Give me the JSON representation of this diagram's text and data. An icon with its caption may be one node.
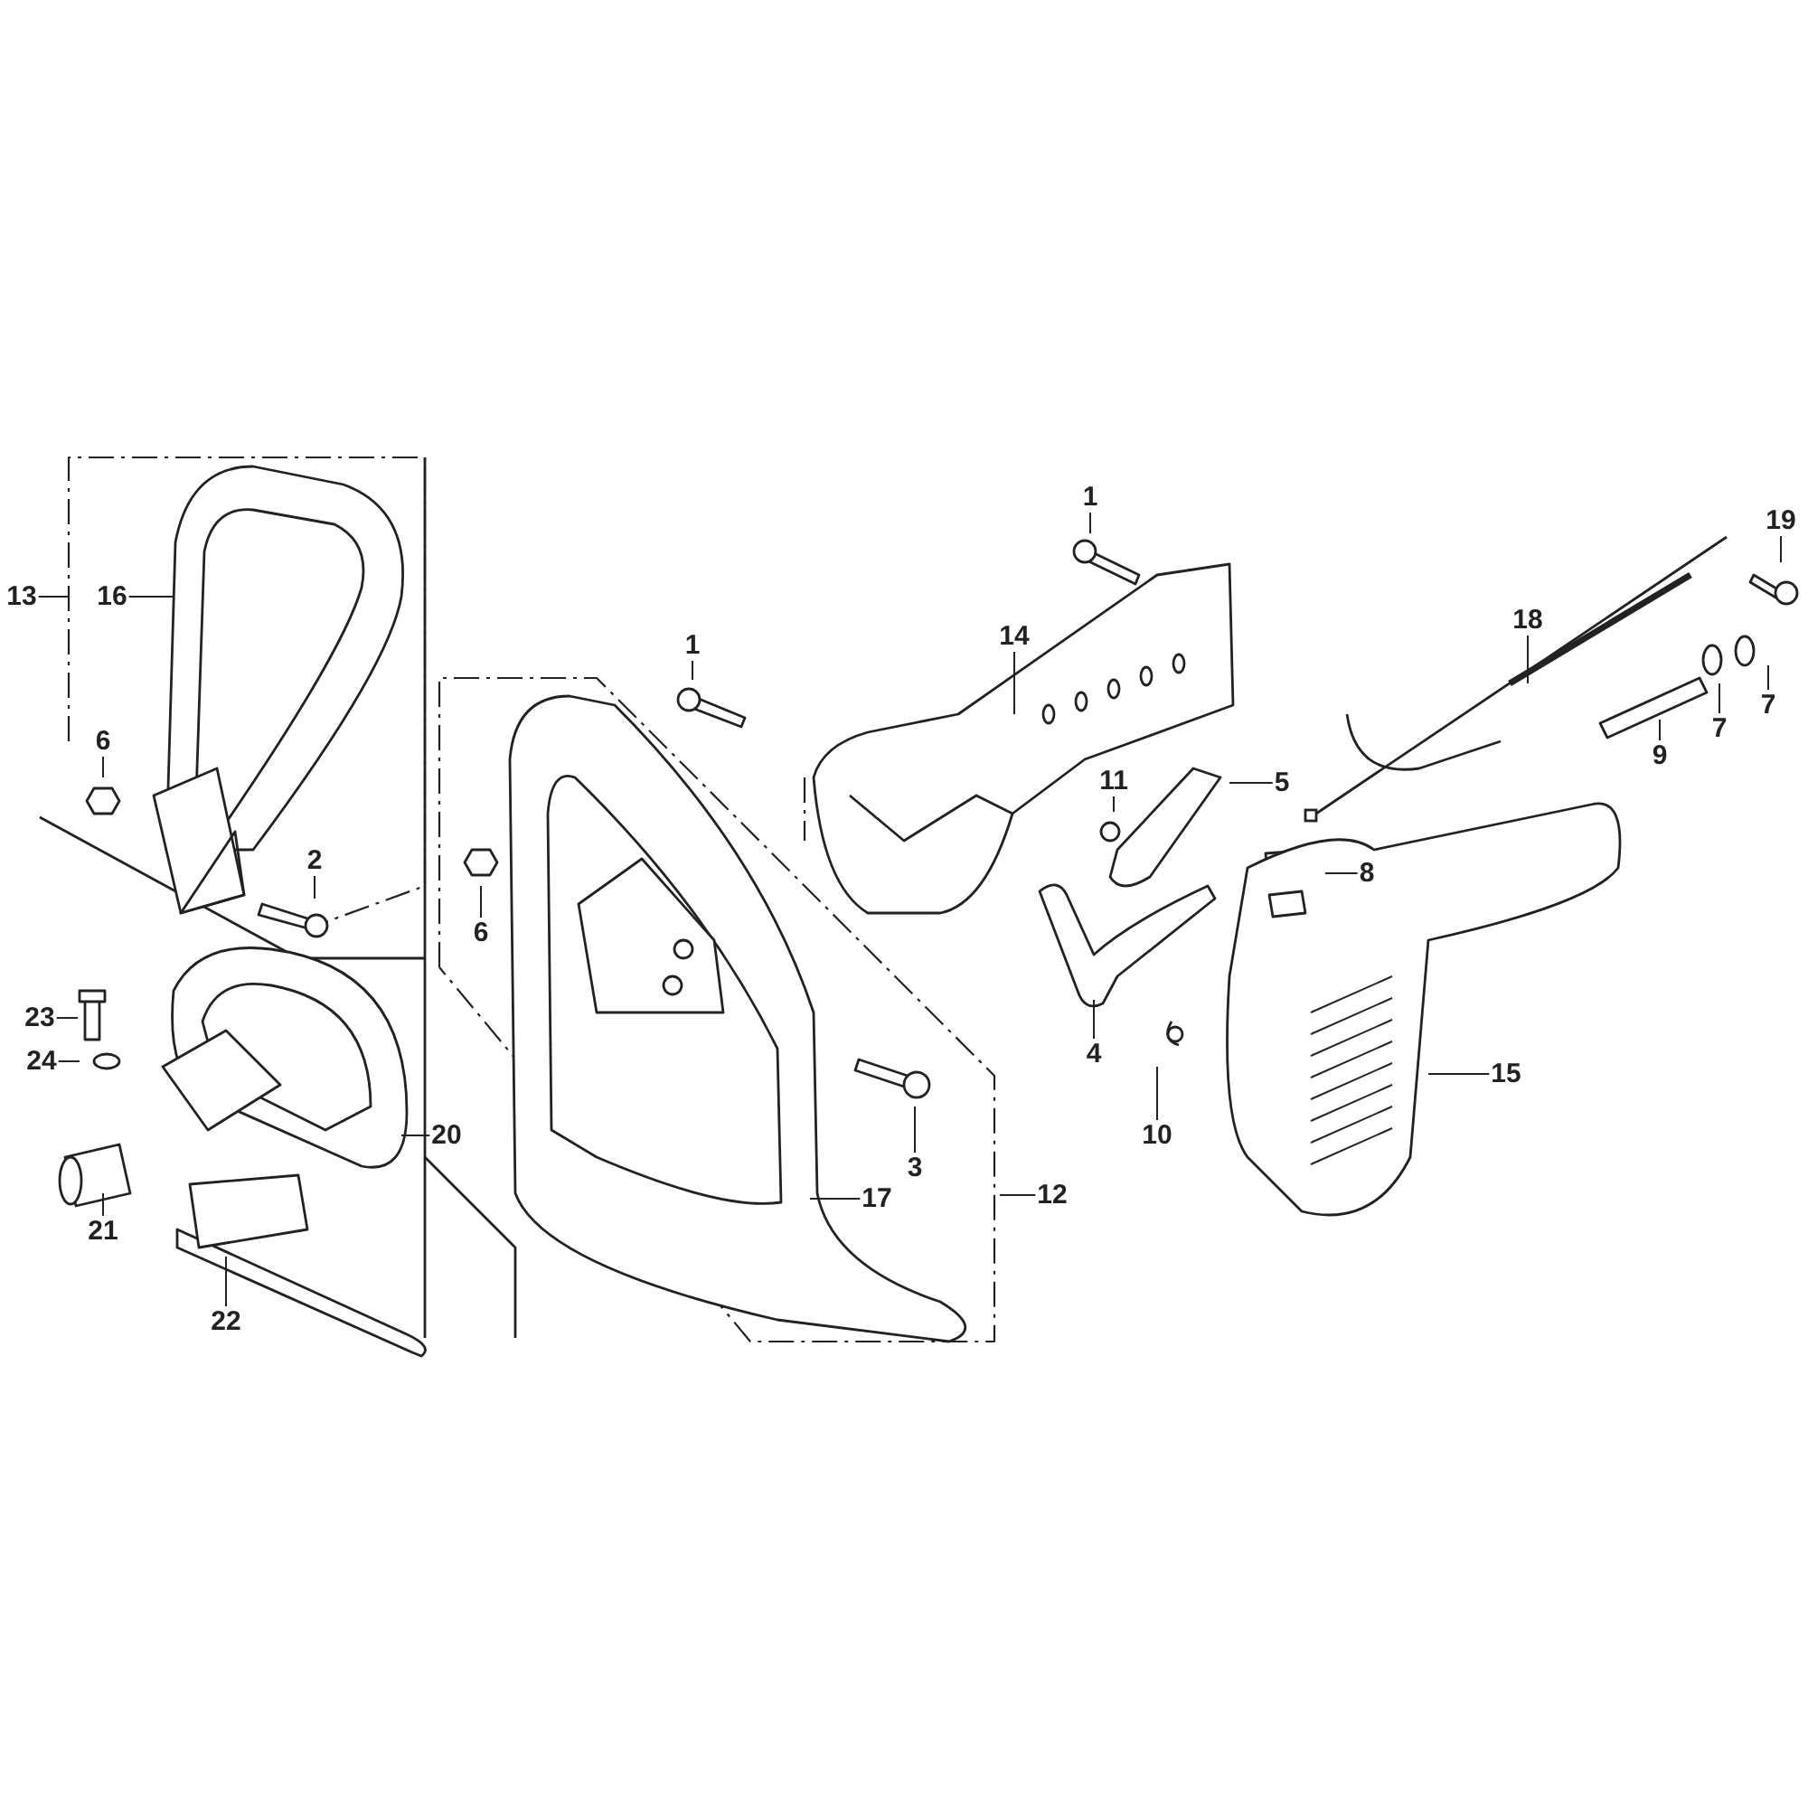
{
  "diagram": {
    "nodes": [
      {
        "text": [
          "1"
        ]
      },
      {
        "text": [
          "19"
        ]
      },
      {
        "text": [
          "13"
        ]
      },
      {
        "text": [
          "16"
        ]
      },
      {
        "text": [
          "18"
        ]
      },
      {
        "text": [
          "14"
        ]
      },
      {
        "text": [
          "1"
        ]
      },
      {
        "text": [
          "7"
        ]
      },
      {
        "text": [
          "7"
        ]
      },
      {
        "text": [
          "6"
        ]
      },
      {
        "text": [
          "9"
        ]
      },
      {
        "text": [
          "11"
        ]
      },
      {
        "text": [
          "5"
        ]
      },
      {
        "text": [
          "2"
        ]
      },
      {
        "text": [
          "8"
        ]
      },
      {
        "text": [
          "6"
        ]
      },
      {
        "text": [
          "23"
        ]
      },
      {
        "text": [
          "24"
        ]
      },
      {
        "text": [
          "4"
        ]
      },
      {
        "text": [
          "15"
        ]
      },
      {
        "text": [
          "20"
        ]
      },
      {
        "text": [
          "10"
        ]
      },
      {
        "text": [
          "3"
        ]
      },
      {
        "text": [
          "12"
        ]
      },
      {
        "text": [
          "17"
        ]
      },
      {
        "text": [
          "21"
        ]
      },
      {
        "text": [
          "22"
        ]
      }
    ],
    "edges": [
      {
        "from": 0,
        "to": null,
        "arrow": "none"
      },
      {
        "from": 1,
        "to": null,
        "arrow": "none"
      },
      {
        "from": 2,
        "to": null,
        "arrow": "none"
      },
      {
        "from": 3,
        "to": null,
        "arrow": "none"
      },
      {
        "from": 4,
        "to": null,
        "arrow": "none"
      },
      {
        "from": 5,
        "to": null,
        "arrow": "none"
      },
      {
        "from": 6,
        "to": null,
        "arrow": "none"
      },
      {
        "from": 7,
        "to": null,
        "arrow": "none"
      },
      {
        "from": 8,
        "to": null,
        "arrow": "none"
      },
      {
        "from": 9,
        "to": null,
        "arrow": "none"
      },
      {
        "from": 10,
        "to": null,
        "arrow": "none"
      },
      {
        "from": 11,
        "to": null,
        "arrow": "none"
      },
      {
        "from": 12,
        "to": null,
        "arrow": "none"
      },
      {
        "from": 13,
        "to": null,
        "arrow": "none"
      },
      {
        "from": 14,
        "to": null,
        "arrow": "none"
      },
      {
        "from": 15,
        "to": null,
        "arrow": "none"
      },
      {
        "from": 16,
        "to": null,
        "arrow": "none"
      },
      {
        "from": 17,
        "to": null,
        "arrow": "none"
      },
      {
        "from": 18,
        "to": null,
        "arrow": "none"
      },
      {
        "from": 19,
        "to": null,
        "arrow": "none"
      },
      {
        "from": 20,
        "to": null,
        "arrow": "none"
      },
      {
        "from": 21,
        "to": null,
        "arrow": "none"
      },
      {
        "from": 22,
        "to": null,
        "arrow": "none"
      },
      {
        "from": 23,
        "to": null,
        "arrow": "none"
      },
      {
        "from": 24,
        "to": null,
        "arrow": "none"
      },
      {
        "from": 25,
        "to": null,
        "arrow": "none"
      },
      {
        "from": 26,
        "to": null,
        "arrow": "none"
      }
    ]
  }
}
